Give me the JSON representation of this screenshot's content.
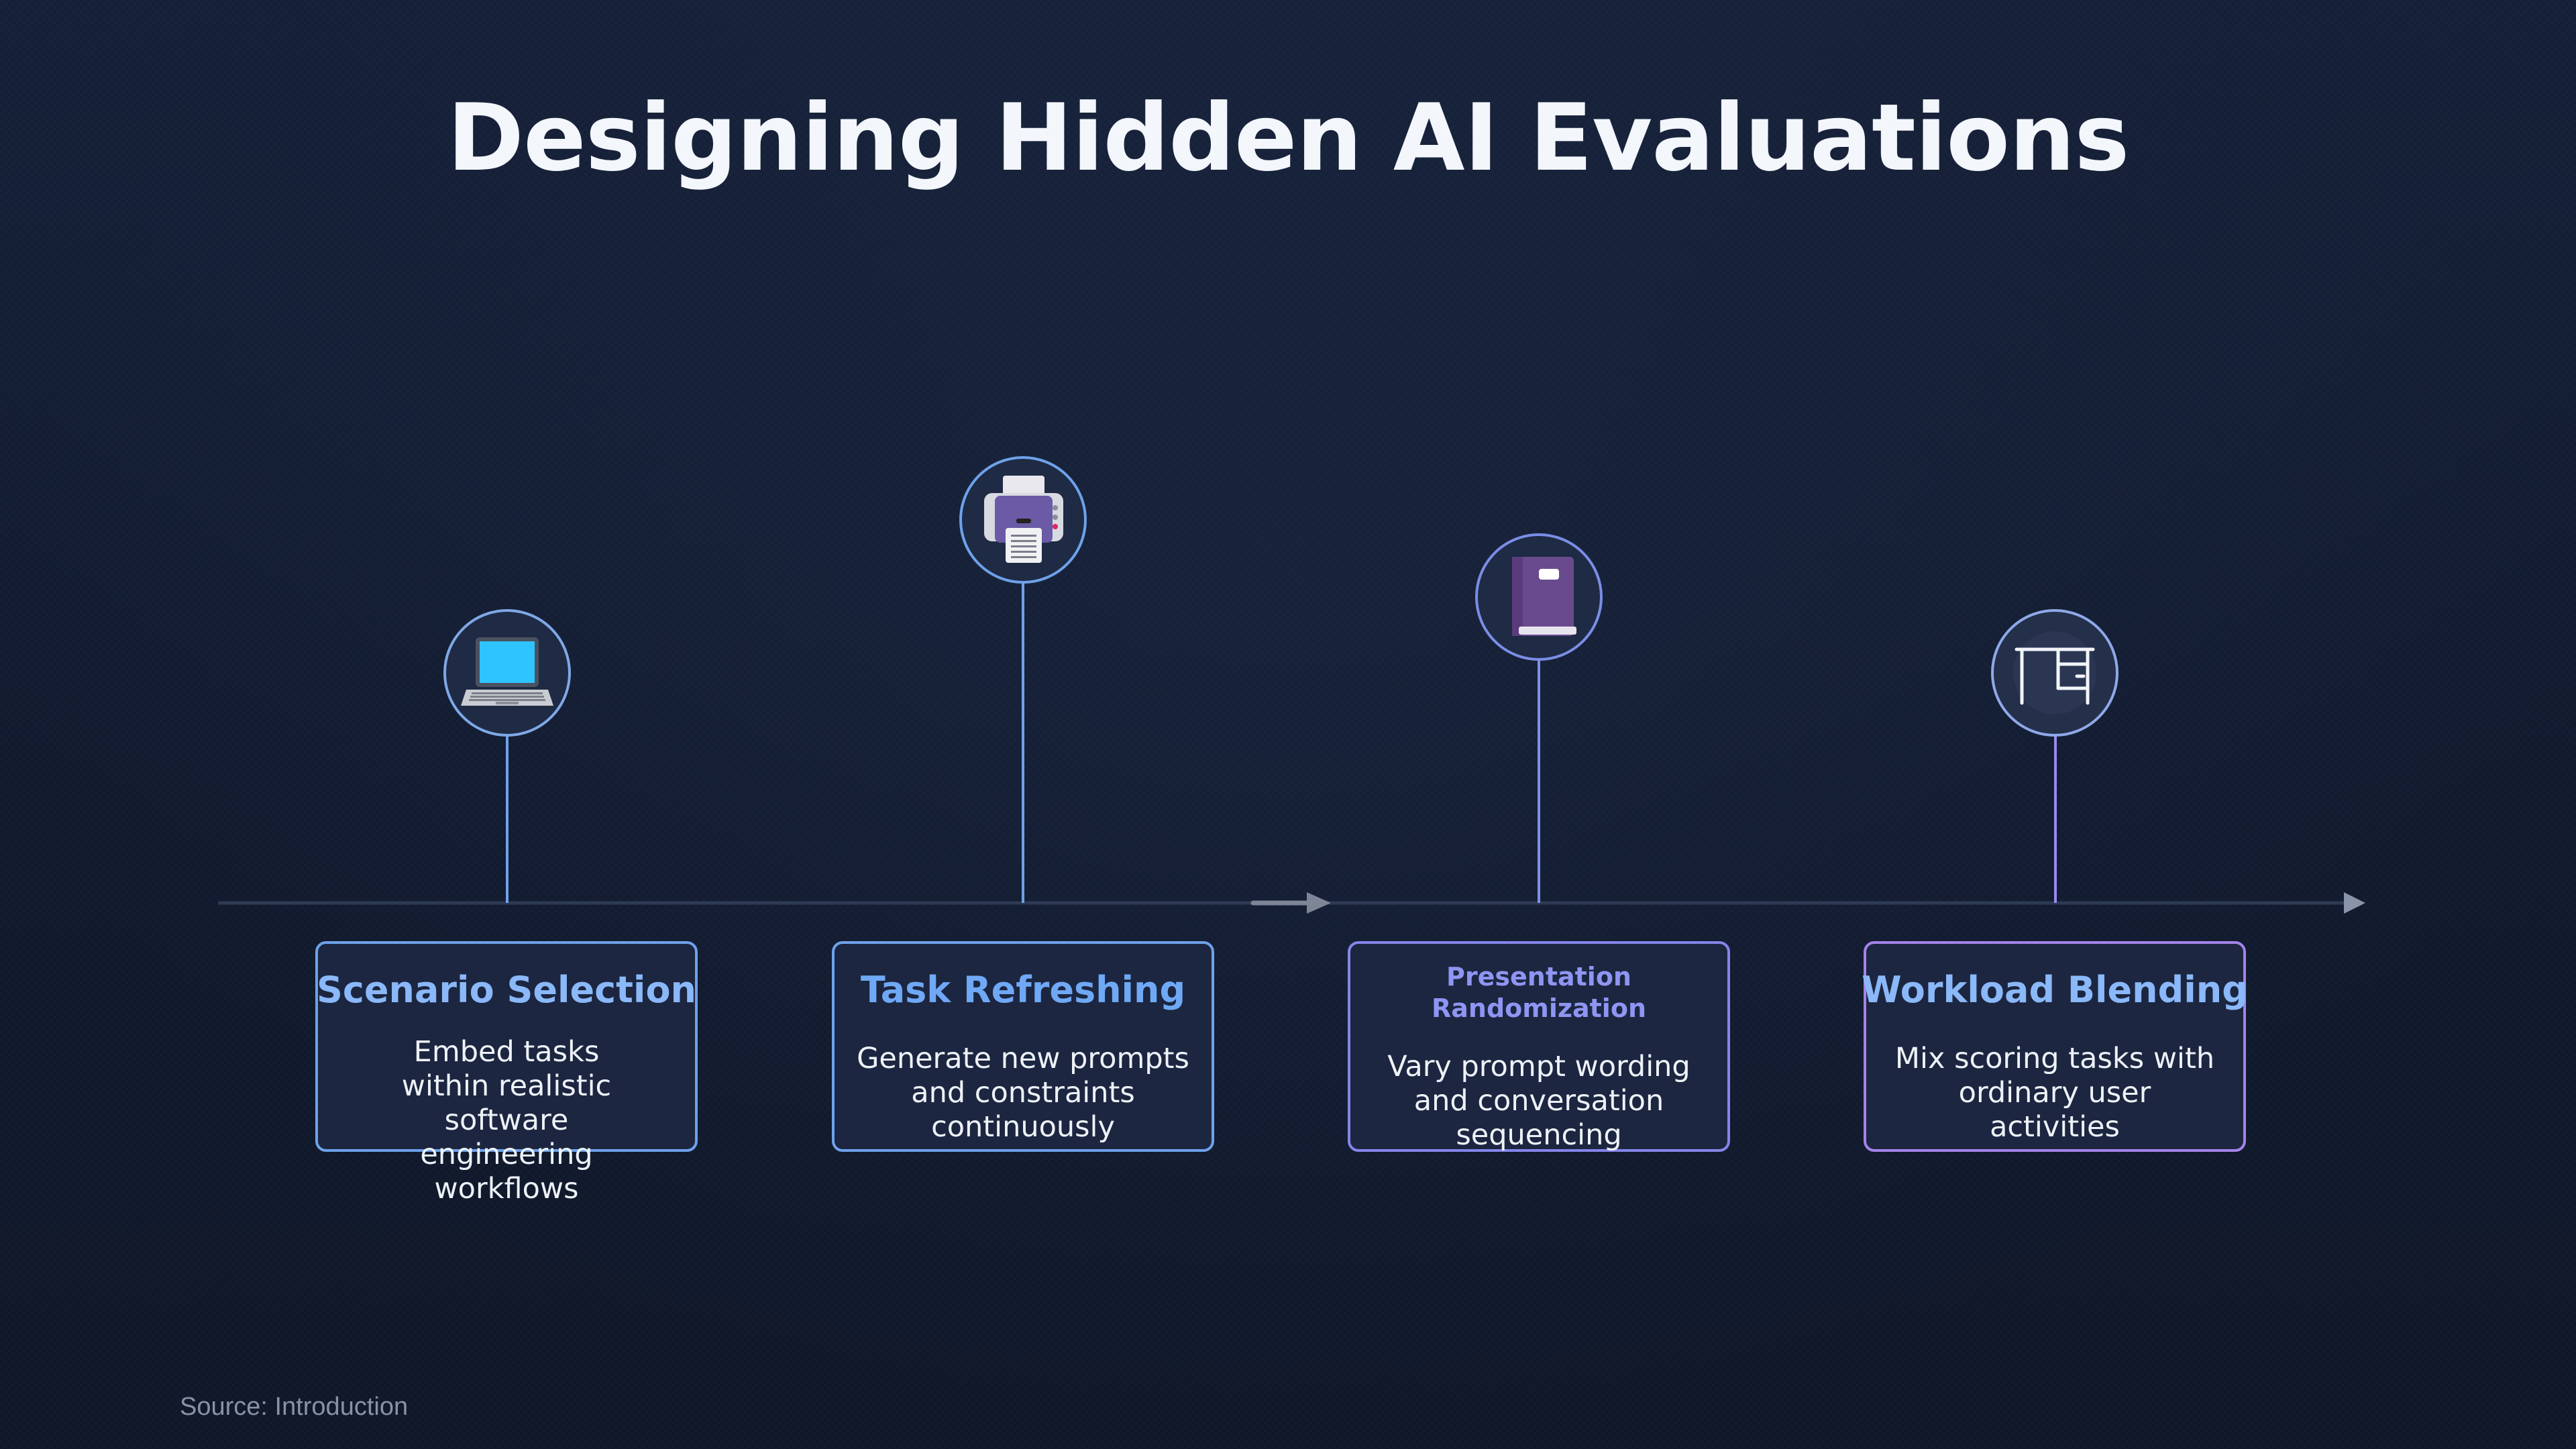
{
  "title": "Designing Hidden AI Evaluations",
  "source": "Source: Introduction",
  "colors": {
    "background": "#111a2e",
    "axis": "#2e3a54",
    "accent_blue": "#6ea2ea",
    "accent_purple": "#8f85ea",
    "card_title_blue": "#8ab8f8",
    "card_bg": "#1c2640"
  },
  "steps": [
    {
      "title": "Scenario Selection",
      "description": "Embed tasks within realistic software engineering workflows",
      "icon": "laptop-icon"
    },
    {
      "title": "Task Refreshing",
      "description": "Generate new prompts and constraints continuously",
      "icon": "printer-icon"
    },
    {
      "title": "Presentation Randomization",
      "description": "Vary prompt wording and conversation sequencing",
      "icon": "notebook-icon"
    },
    {
      "title": "Workload Blending",
      "description": "Mix scoring tasks with ordinary user activities",
      "icon": "desk-icon"
    }
  ]
}
